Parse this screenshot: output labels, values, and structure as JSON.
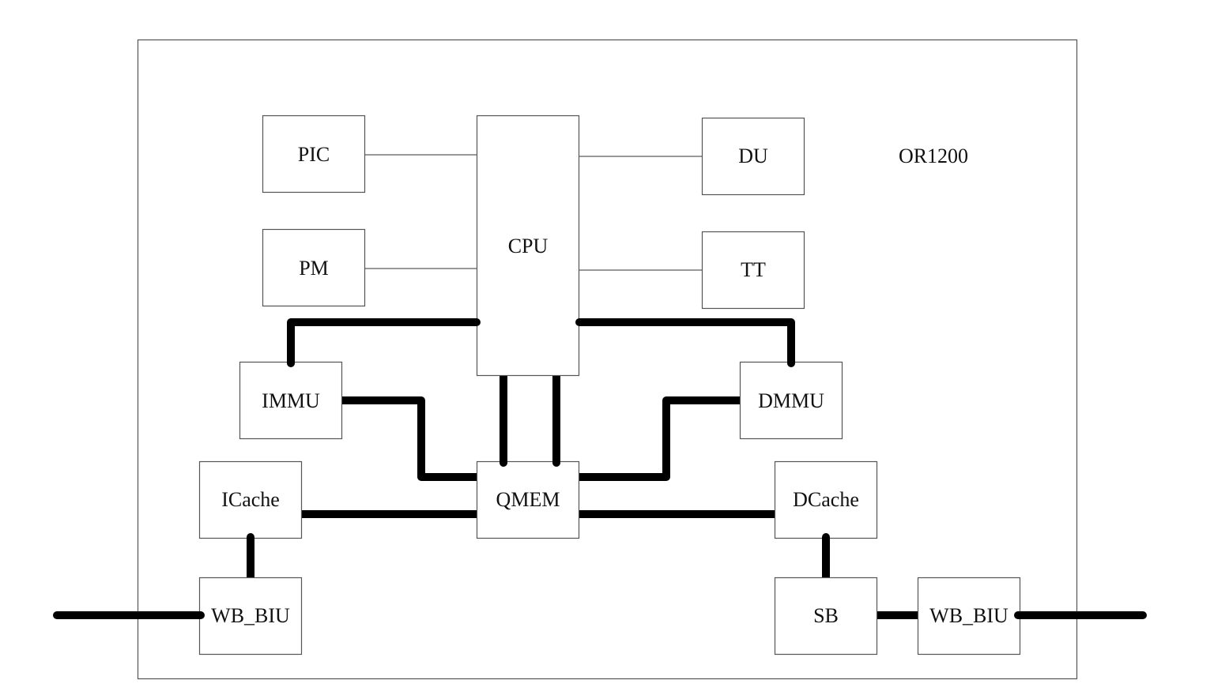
{
  "diagram": {
    "title": "OR1200",
    "blocks": {
      "pic": "PIC",
      "pm": "PM",
      "cpu": "CPU",
      "du": "DU",
      "tt": "TT",
      "immu": "IMMU",
      "dmmu": "DMMU",
      "qmem": "QMEM",
      "icache": "ICache",
      "dcache": "DCache",
      "wb_biu_left": "WB_BIU",
      "sb": "SB",
      "wb_biu_right": "WB_BIU"
    },
    "connections": [
      {
        "from": "PIC",
        "to": "CPU",
        "kind": "control"
      },
      {
        "from": "PM",
        "to": "CPU",
        "kind": "control"
      },
      {
        "from": "CPU",
        "to": "DU",
        "kind": "control"
      },
      {
        "from": "CPU",
        "to": "TT",
        "kind": "control"
      },
      {
        "from": "CPU",
        "to": "IMMU",
        "kind": "bus"
      },
      {
        "from": "CPU",
        "to": "DMMU",
        "kind": "bus"
      },
      {
        "from": "CPU",
        "to": "QMEM",
        "kind": "bus"
      },
      {
        "from": "CPU",
        "to": "QMEM",
        "kind": "bus"
      },
      {
        "from": "IMMU",
        "to": "QMEM",
        "kind": "bus"
      },
      {
        "from": "DMMU",
        "to": "QMEM",
        "kind": "bus"
      },
      {
        "from": "QMEM",
        "to": "ICache",
        "kind": "bus"
      },
      {
        "from": "QMEM",
        "to": "DCache",
        "kind": "bus"
      },
      {
        "from": "ICache",
        "to": "WB_BIU (left)",
        "kind": "bus"
      },
      {
        "from": "DCache",
        "to": "SB",
        "kind": "bus"
      },
      {
        "from": "SB",
        "to": "WB_BIU (right)",
        "kind": "bus"
      },
      {
        "from": "WB_BIU (left)",
        "to": "external",
        "kind": "bus"
      },
      {
        "from": "WB_BIU (right)",
        "to": "external",
        "kind": "bus"
      }
    ]
  }
}
